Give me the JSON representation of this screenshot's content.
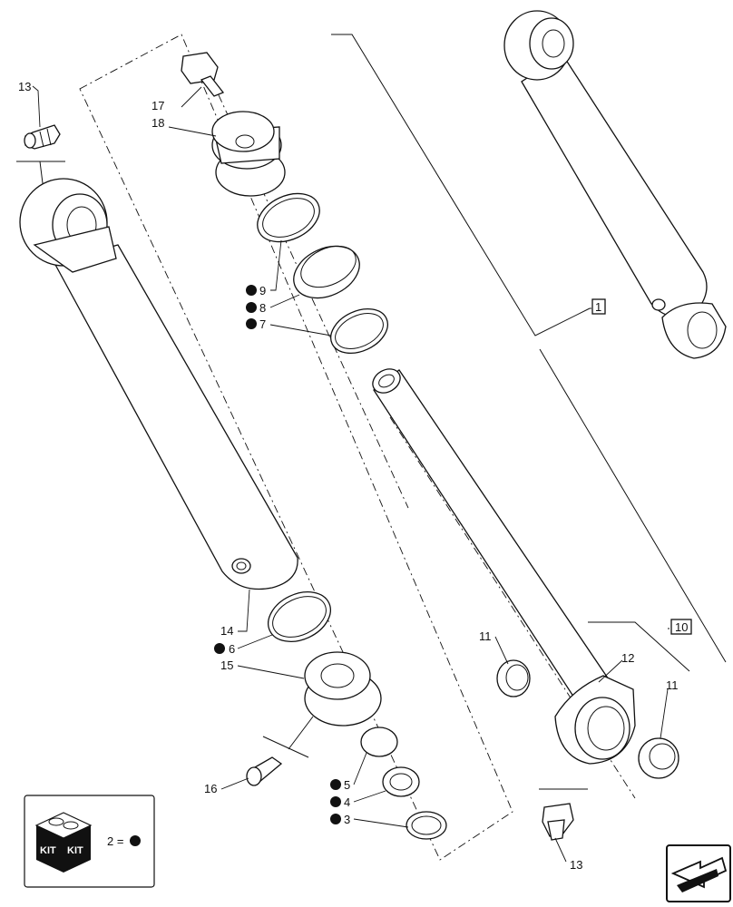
{
  "callouts": {
    "c1": "1",
    "c3": "3",
    "c4": "4",
    "c5": "5",
    "c6": "6",
    "c7": "7",
    "c8": "8",
    "c9": "9",
    "c10": "10",
    "c11a": "11",
    "c11b": "11",
    "c12": "12",
    "c13a": "13",
    "c13b": "13",
    "c14": "14",
    "c15": "15",
    "c16": "16",
    "c17": "17",
    "c18": "18"
  },
  "kit_legend": {
    "box_text_1": "KIT",
    "box_text_2": "KIT",
    "equation": "2 ="
  },
  "icons": {
    "kit": "kit-box-icon",
    "nav": "next-page-arrow-icon",
    "bullet": "kit-bullet-icon"
  }
}
